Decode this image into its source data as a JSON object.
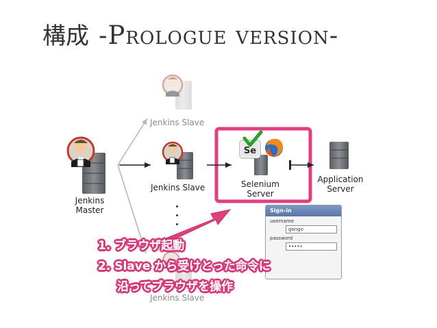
{
  "slide": {
    "title_jp": "構成",
    "title_latin": "-Prologue version-"
  },
  "nodes": {
    "jenkins_master": "Jenkins\nMaster",
    "slave_top": "Jenkins Slave",
    "slave_mid": "Jenkins Slave",
    "slave_bottom": "Jenkins Slave",
    "selenium": "Selenium\nServer",
    "app_server": "Application\nServer"
  },
  "signin_box": {
    "header": "Sign-in",
    "username_label": "username",
    "username_value": "gongo",
    "password_label": "password",
    "password_value": "•••••"
  },
  "callout": {
    "line1": "1. ブラウザ起動",
    "line2": "2. Slave から受けとった命令に",
    "line3": "沿ってブラウザを操作"
  },
  "colors": {
    "highlight": "#e0407f",
    "arrow": "#222222",
    "faded_arrow": "#b8b8b8",
    "server": "#6f7378"
  }
}
